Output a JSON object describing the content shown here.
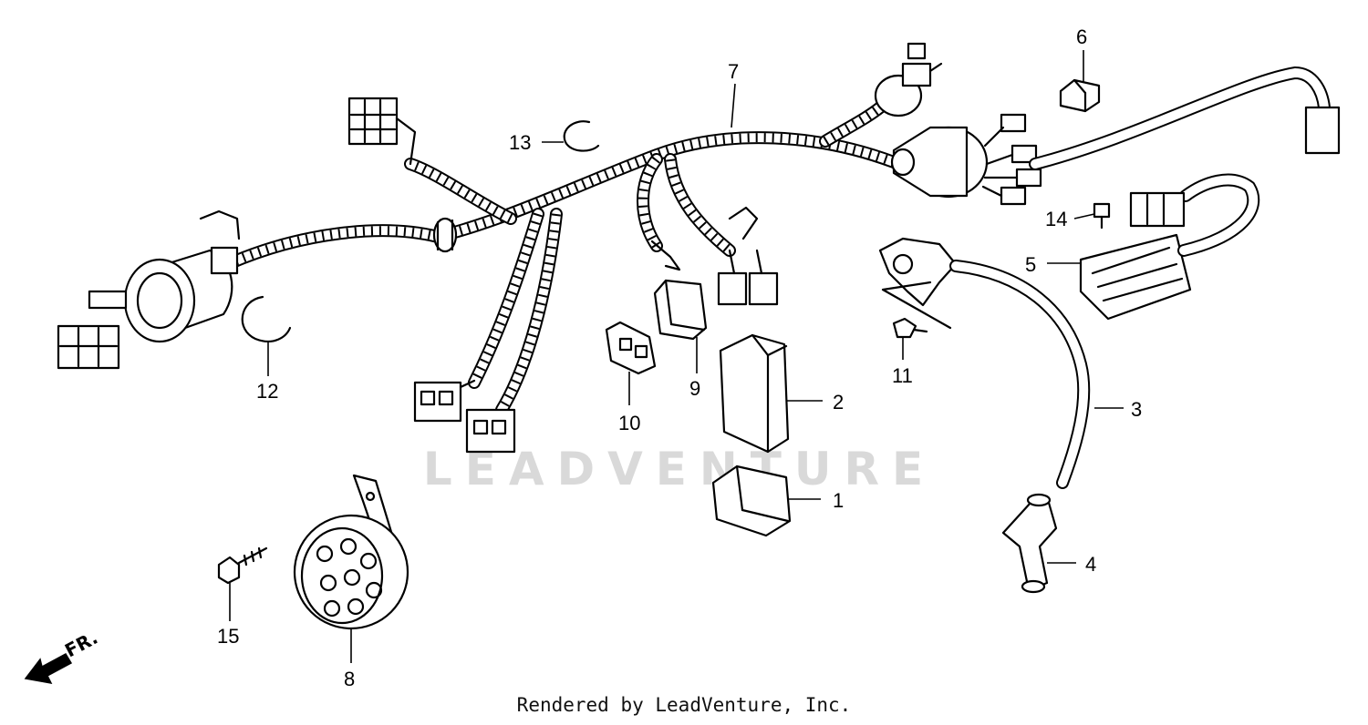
{
  "watermark": "LEADVENTURE",
  "front_marker": "FR.",
  "credit": "Rendered by LeadVenture, Inc.",
  "callouts": [
    "1",
    "2",
    "3",
    "4",
    "5",
    "6",
    "7",
    "8",
    "9",
    "10",
    "11",
    "12",
    "13",
    "14",
    "15"
  ]
}
